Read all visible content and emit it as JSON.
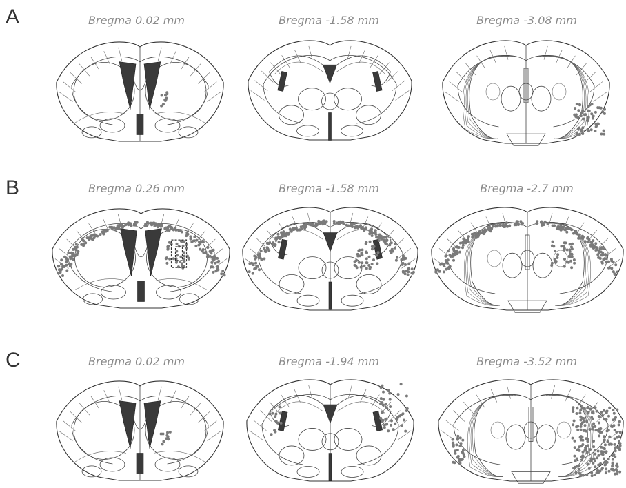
{
  "figure": {
    "panels": [
      {
        "letter": "A",
        "sections": [
          {
            "caption": "Bregma 0.02 mm",
            "level": "anterior",
            "labeled": "low"
          },
          {
            "caption": "Bregma -1.58 mm",
            "level": "middle",
            "labeled": "none"
          },
          {
            "caption": "Bregma -3.08 mm",
            "level": "posterior",
            "labeled": "ventral-right"
          }
        ]
      },
      {
        "letter": "B",
        "sections": [
          {
            "caption": "Bregma 0.26 mm",
            "level": "anterior",
            "labeled": "cortex-wide",
            "roi": true
          },
          {
            "caption": "Bregma -1.58 mm",
            "level": "middle",
            "labeled": "cortex-wide"
          },
          {
            "caption": "Bregma -2.7 mm",
            "level": "posterior",
            "labeled": "cortex-wide"
          }
        ]
      },
      {
        "letter": "C",
        "sections": [
          {
            "caption": "Bregma 0.02 mm",
            "level": "anterior",
            "labeled": "low"
          },
          {
            "caption": "Bregma -1.94 mm",
            "level": "middle",
            "labeled": "dorsal-right"
          },
          {
            "caption": "Bregma -3.52 mm",
            "level": "posterior",
            "labeled": "ventral-right-dense"
          }
        ]
      }
    ]
  }
}
